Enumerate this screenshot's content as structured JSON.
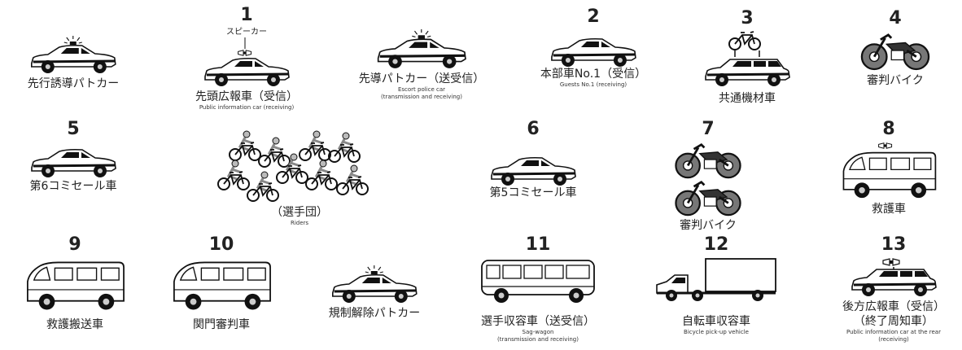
{
  "items": [
    {
      "number": "",
      "label": "先行誘導パトカー",
      "sub": ""
    },
    {
      "number": "1",
      "annot": "スピーカー",
      "label": "先頭広報車（受信）",
      "sub": "Public information car (receiving)"
    },
    {
      "number": "",
      "label": "先導パトカー（送受信）",
      "sub": "Escort police car",
      "sub2": "(transmission and receiving)"
    },
    {
      "number": "2",
      "label": "本部車No.1（受信）",
      "sub": "Guests No.1 (receiving)"
    },
    {
      "number": "3",
      "label": "共通機材車"
    },
    {
      "number": "4",
      "label": "審判バイク"
    },
    {
      "number": "5",
      "label": "第6コミセール車"
    },
    {
      "number": "",
      "label": "（選手団）",
      "sub": "Riders"
    },
    {
      "number": "6",
      "label": "第5コミセール車"
    },
    {
      "number": "7",
      "label": "審判バイク"
    },
    {
      "number": "8",
      "label": "救護車"
    },
    {
      "number": "9",
      "label": "救護搬送車"
    },
    {
      "number": "10",
      "label": "関門審判車"
    },
    {
      "number": "",
      "label": "規制解除パトカー"
    },
    {
      "number": "11",
      "label": "選手収容車（送受信）",
      "sub": "Sag-wagon",
      "sub2": "(transmission and receiving)"
    },
    {
      "number": "12",
      "label": "自転車収容車",
      "sub": "Bicycle pick-up vehicle"
    },
    {
      "number": "13",
      "label": "後方広報車（受信）",
      "label2": "（終了周知車）",
      "sub": "Public information car at the rear",
      "sub2": "(receiving)"
    }
  ]
}
